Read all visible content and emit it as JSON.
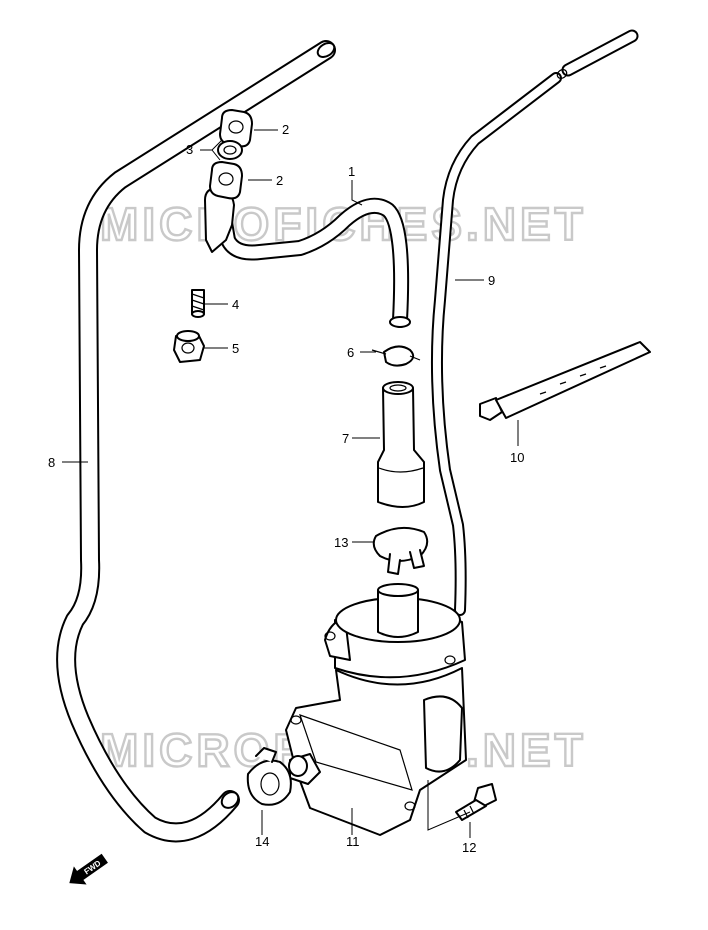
{
  "watermark": "MICROFICHES.NET",
  "fwd_label": "FWD",
  "callouts": {
    "c1": "1",
    "c2a": "2",
    "c2b": "2",
    "c3": "3",
    "c4": "4",
    "c5": "5",
    "c6": "6",
    "c7": "7",
    "c8": "8",
    "c9": "9",
    "c10": "10",
    "c11": "11",
    "c12": "12",
    "c13": "13",
    "c14": "14"
  }
}
